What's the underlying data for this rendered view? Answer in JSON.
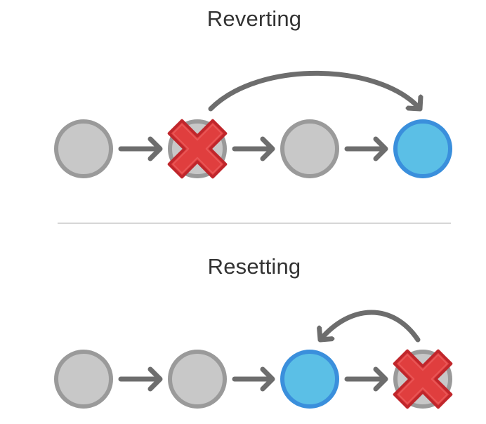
{
  "sections": [
    {
      "title": "Reverting",
      "commits": [
        {
          "state": "normal"
        },
        {
          "state": "removed"
        },
        {
          "state": "normal"
        },
        {
          "state": "new-head"
        }
      ],
      "curved_arrow": {
        "from_commit": 1,
        "to_commit": 3,
        "direction": "forward"
      }
    },
    {
      "title": "Resetting",
      "commits": [
        {
          "state": "normal"
        },
        {
          "state": "normal"
        },
        {
          "state": "new-head"
        },
        {
          "state": "removed"
        }
      ],
      "curved_arrow": {
        "from_commit": 3,
        "to_commit": 2,
        "direction": "backward"
      }
    }
  ],
  "colors": {
    "commit_fill": "#c8c8c8",
    "commit_stroke": "#9a9a9a",
    "head_fill": "#5bbfe6",
    "head_stroke": "#3a8fdc",
    "arrow": "#6d6d6d",
    "cross_fill": "#e03e3e",
    "cross_stroke": "#c0262b",
    "divider": "#d6d6d6"
  },
  "icons": {
    "removed_marker": "red-x-icon",
    "link_arrow": "right-arrow-icon"
  }
}
